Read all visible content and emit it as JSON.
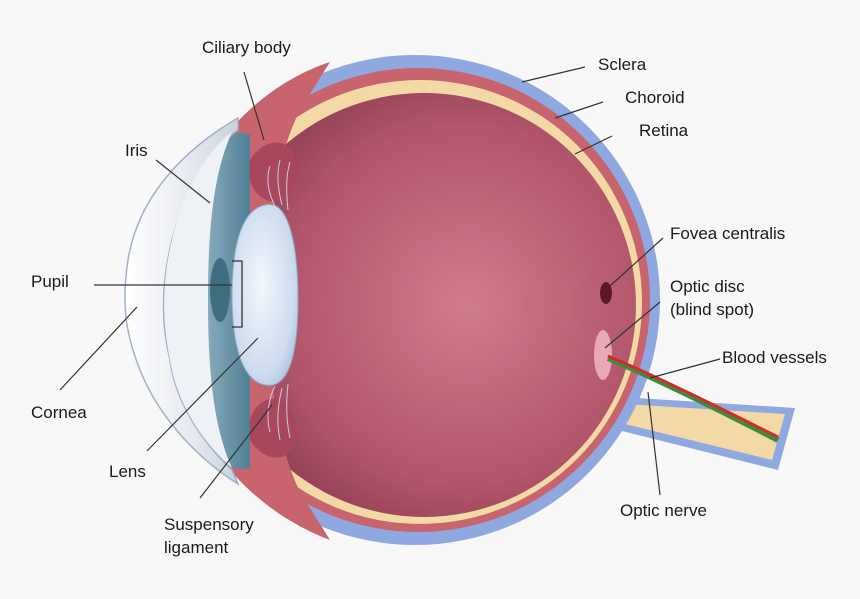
{
  "labels": {
    "ciliary_body": "Ciliary body",
    "sclera": "Sclera",
    "choroid": "Choroid",
    "retina": "Retina",
    "iris": "Iris",
    "pupil": "Pupil",
    "cornea": "Cornea",
    "lens": "Lens",
    "suspensory_ligament_line1": "Suspensory",
    "suspensory_ligament_line2": "ligament",
    "fovea_centralis": "Fovea centralis",
    "optic_disc_line1": "Optic disc",
    "optic_disc_line2": "(blind spot)",
    "blood_vessels": "Blood vessels",
    "optic_nerve": "Optic nerve"
  },
  "colors": {
    "background": "#f8f8f8",
    "sclera": "#8fa8e0",
    "choroid": "#c8646e",
    "retina": "#f2d9a6",
    "vitreous": "#b04a62",
    "lens": "#dbe6f5",
    "iris": "#6f9bb0",
    "cornea": "#e9ecf2",
    "blood_vessel_red": "#d42a2a",
    "blood_vessel_green": "#3f8a3f",
    "leader_line": "#333333"
  }
}
